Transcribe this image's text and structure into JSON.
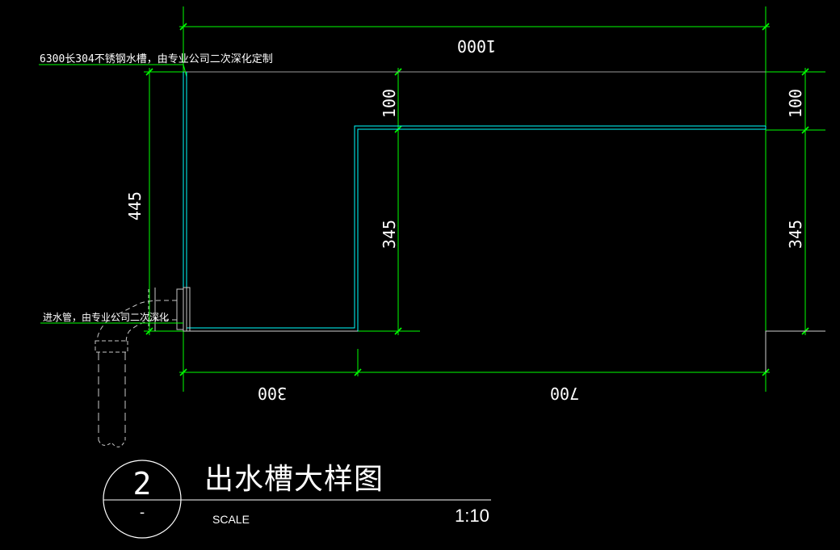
{
  "annotations": {
    "tank_note": "6300长304不锈钢水槽，由专业公司二次深化定制",
    "pipe_note": "进水管，由专业公司二次深化"
  },
  "dimensions": {
    "top_total": "1000",
    "left_height": "445",
    "inner_top": "100",
    "inner_height": "345",
    "right_top": "100",
    "right_height": "345",
    "bottom_left": "300",
    "bottom_right": "700"
  },
  "title_block": {
    "detail_number": "2",
    "sheet_ref": "-",
    "title": "出水槽大样图",
    "scale_label": "SCALE",
    "scale_value": "1:10"
  },
  "colors": {
    "background": "#000000",
    "dimension": "#00ff00",
    "outline": "#00ffff",
    "text": "#ffffff"
  }
}
